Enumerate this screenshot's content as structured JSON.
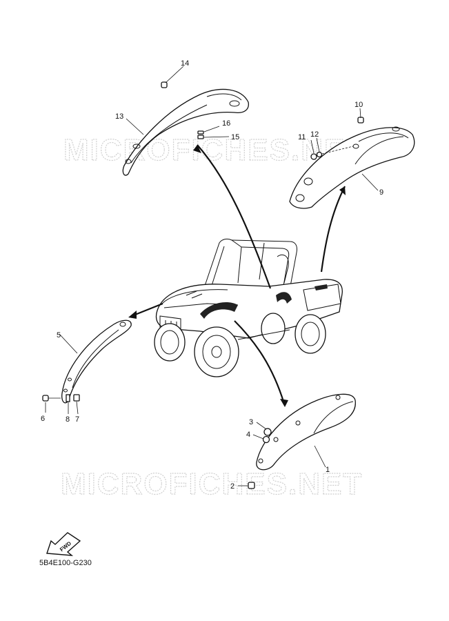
{
  "watermarks": [
    "MICROFICHES.NET",
    "MICROFICHES.NET"
  ],
  "diagram_code": "5B4E100-G230",
  "fwd_label": "FWD",
  "callouts": {
    "c1": "1",
    "c2": "2",
    "c3": "3",
    "c4": "4",
    "c5": "5",
    "c6": "6",
    "c7": "7",
    "c8": "8",
    "c9": "9",
    "c10": "10",
    "c11": "11",
    "c12": "12",
    "c13": "13",
    "c14": "14",
    "c15": "15",
    "c16": "16"
  },
  "colors": {
    "line": "#111111",
    "watermark": "#cfcfcf",
    "background": "#ffffff"
  },
  "icons": {
    "fwd": "fwd-arrow-icon"
  }
}
